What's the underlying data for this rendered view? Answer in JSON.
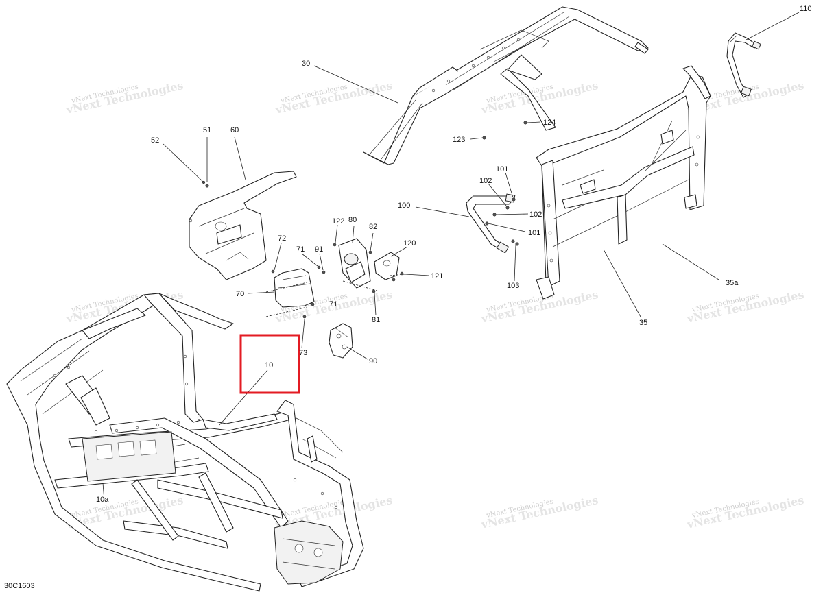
{
  "diagram_code": "30C1603",
  "watermark": {
    "line1": "vNext Technologies",
    "line2": "vNext Technologies"
  },
  "highlight_color": "#e31b23",
  "callouts": {
    "c110": "110",
    "c30": "30",
    "c124": "124",
    "c123": "123",
    "c51": "51",
    "c60": "60",
    "c52": "52",
    "c101a": "101",
    "c102a": "102",
    "c100": "100",
    "c102b": "102",
    "c101b": "101",
    "c122": "122",
    "c80": "80",
    "c82": "82",
    "c120": "120",
    "c121": "121",
    "c72": "72",
    "c71a": "71",
    "c91": "91",
    "c70": "70",
    "c71b": "71",
    "c73": "73",
    "c81": "81",
    "c90": "90",
    "c103": "103",
    "c35a": "35a",
    "c35": "35",
    "c10": "10",
    "c10a": "10a"
  }
}
